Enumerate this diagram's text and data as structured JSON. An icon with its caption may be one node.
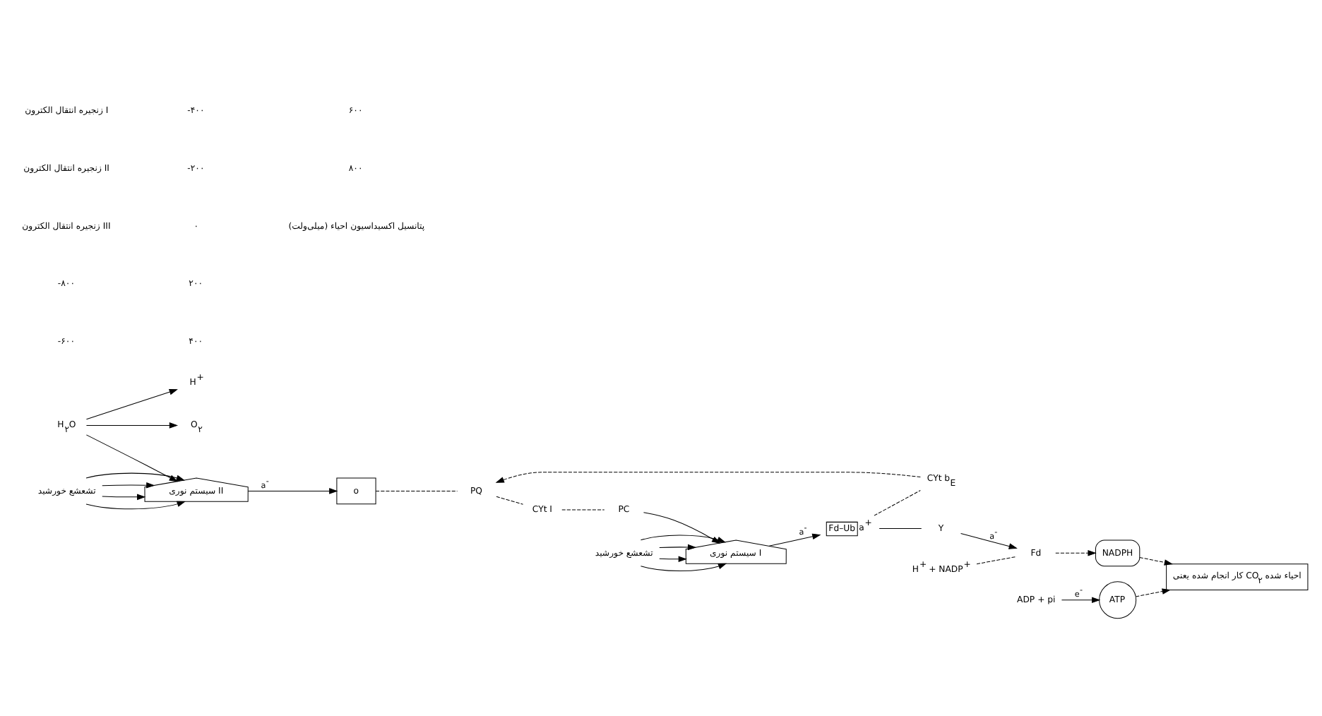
{
  "diagram": {
    "nodes": [
      {
        "text": [
          "H$_{۲}$O"
        ]
      },
      {
        "text": [
          "H$^{+}$"
        ]
      },
      {
        "text": [
          "O$_{۲}$"
        ]
      },
      {
        "text": [
          "سیستم نوری II"
        ]
      },
      {
        "text": [
          "تشعشع خورشید"
        ]
      },
      {
        "text": [
          "o"
        ]
      },
      {
        "text": [
          "PQ"
        ]
      },
      {
        "text": [
          "CYt b$_{E}$"
        ]
      },
      {
        "text": [
          "ADP + pi"
        ]
      },
      {
        "text": [
          "ATP"
        ]
      },
      {
        "text": [
          "CYt I"
        ]
      },
      {
        "text": [
          "PC"
        ]
      },
      {
        "text": [
          "سیستم نوری I"
        ]
      },
      {
        "text": [
          "تشعشع خورشید"
        ]
      },
      {
        "text": [
          "Fd–Ub"
        ],
        "beside": [
          "a$^{+}$"
        ]
      },
      {
        "text": [
          "Y"
        ]
      },
      {
        "text": [
          "Fd"
        ]
      },
      {
        "text": [
          "H$^{+}$ + NADP$^{+}$"
        ]
      },
      {
        "text": [
          "NADPH"
        ]
      },
      {
        "text": [
          "کار انجام شده یعنی CO$_{۲}$ احیاء شده"
        ]
      }
    ],
    "edges": [
      {
        "from": 0,
        "to": 1,
        "arrow": "to"
      },
      {
        "from": 0,
        "to": 2,
        "arrow": "to"
      },
      {
        "from": 0,
        "to": 3,
        "arrow": "to"
      },
      {
        "from": 4,
        "to": 3,
        "arrow": "to"
      },
      {
        "from": 4,
        "to": 3,
        "arrow": "to"
      },
      {
        "from": 4,
        "to": 3,
        "arrow": "to"
      },
      {
        "from": 4,
        "to": 3,
        "arrow": "to"
      },
      {
        "from": 3,
        "to": 5,
        "arrow": "to",
        "label": "a$^{-}$"
      },
      {
        "from": 5,
        "to": 6,
        "arrow": "none",
        "style": "dashed"
      },
      {
        "from": 14,
        "to": 7,
        "arrow": "none",
        "style": "dashed"
      },
      {
        "from": 7,
        "to": 6,
        "arrow": "to",
        "style": "dashed"
      },
      {
        "from": 8,
        "to": 9,
        "arrow": "to",
        "label": "e$^{-}$"
      },
      {
        "from": 6,
        "to": 10,
        "arrow": "none",
        "style": "dashed"
      },
      {
        "from": 10,
        "to": 11,
        "arrow": "none",
        "style": "dashed"
      },
      {
        "from": 11,
        "to": 12,
        "arrow": "to"
      },
      {
        "from": 13,
        "to": 12,
        "arrow": "to"
      },
      {
        "from": 13,
        "to": 12,
        "arrow": "to"
      },
      {
        "from": 13,
        "to": 12,
        "arrow": "to"
      },
      {
        "from": 13,
        "to": 12,
        "arrow": "to"
      },
      {
        "from": 12,
        "to": 14,
        "arrow": "to",
        "label": "a$^{-}$"
      },
      {
        "from": 14,
        "to": 15,
        "arrow": "none"
      },
      {
        "from": 15,
        "to": 16,
        "arrow": "to",
        "label": "a$^{-}$"
      },
      {
        "from": 17,
        "to": 16,
        "arrow": "none",
        "style": "dashed"
      },
      {
        "from": 16,
        "to": 18,
        "arrow": "to",
        "style": "dashed"
      },
      {
        "from": 9,
        "to": 19,
        "arrow": "to",
        "style": "dashed"
      },
      {
        "from": 18,
        "to": 19,
        "arrow": "to",
        "style": "dashed"
      }
    ],
    "labels": [
      "زنجیره انتقال الکترون I",
      "زنجیره انتقال الکترون II",
      "زنجیره انتقال الکترون III",
      "-۸۰۰",
      "-۶۰۰",
      "-۴۰۰",
      "-۲۰۰",
      "۰",
      "۲۰۰",
      "۴۰۰",
      "۶۰۰",
      "۸۰۰",
      "پتانسیل اکسیداسیون احیاء (میلی‌ولت)"
    ]
  }
}
